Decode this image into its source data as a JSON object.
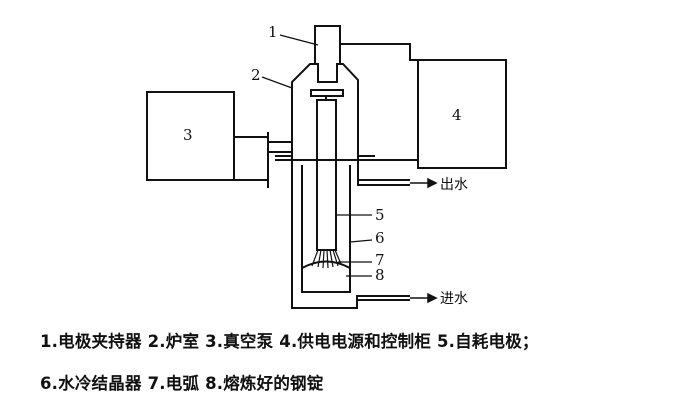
{
  "labels": {
    "n1": "1",
    "n2": "2",
    "n3": "3",
    "n4": "4",
    "n5": "5",
    "n6": "6",
    "n7": "7",
    "n8": "8",
    "water_out": "出水",
    "water_in": "进水"
  },
  "caption": {
    "line1": "1.电极夹持器 2.炉室 3.真空泵 4.供电电源和控制柜 5.自耗电极；",
    "line2": "6.水冷结晶器 7.电弧 8.熔炼好的钢锭"
  }
}
